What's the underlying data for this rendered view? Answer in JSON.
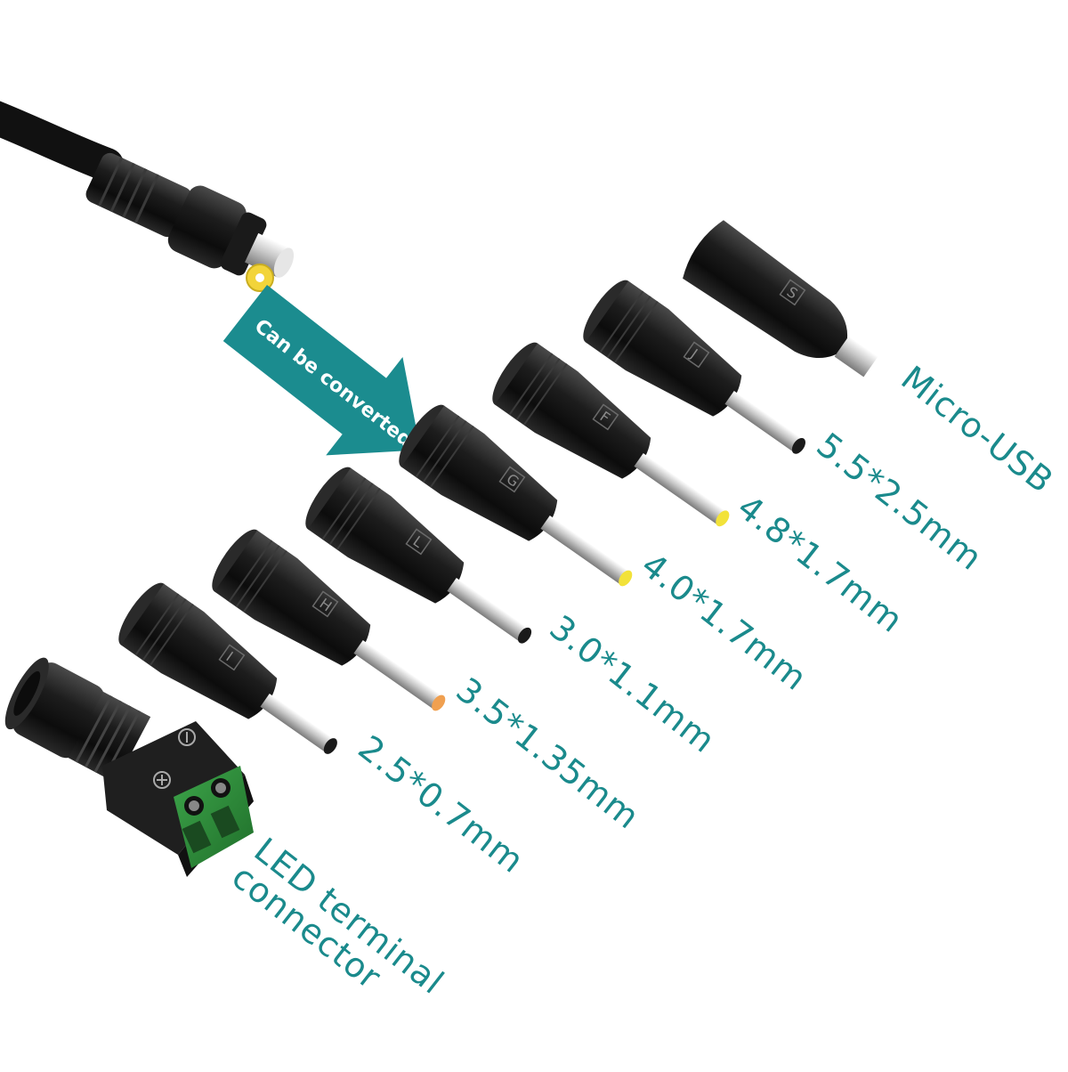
{
  "arrow": {
    "text": "Can be converted",
    "color": "#1b8c8f"
  },
  "label_color": "#1a8a8c",
  "tips": [
    {
      "label": "2.5*0.7mm",
      "letter": "I",
      "ring_color": "#1a1a1a"
    },
    {
      "label": "3.5*1.35mm",
      "letter": "H",
      "ring_color": "#f0a050"
    },
    {
      "label": "3.0*1.1mm",
      "letter": "L",
      "ring_color": "#1a1a1a"
    },
    {
      "label": "4.0*1.7mm",
      "letter": "G",
      "ring_color": "#f2e23a"
    },
    {
      "label": "4.8*1.7mm",
      "letter": "F",
      "ring_color": "#f2e23a"
    },
    {
      "label": "5.5*2.5mm",
      "letter": "J",
      "ring_color": "#1a1a1a"
    },
    {
      "label": "Micro-USB",
      "letter": "S",
      "ring_color": "#1a1a1a"
    }
  ],
  "terminal": {
    "label_line1": "LED terminal",
    "label_line2": "connector",
    "block_color": "#2e8b3a"
  },
  "source_plug": {
    "tip_color": "#f2d43a"
  }
}
